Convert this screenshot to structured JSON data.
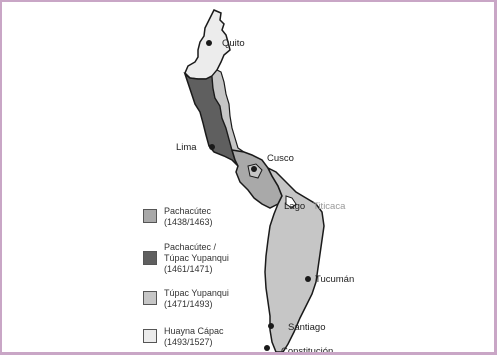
{
  "map": {
    "cities": [
      {
        "name": "Quito"
      },
      {
        "name": "Lima"
      },
      {
        "name": "Cusco"
      },
      {
        "name": "Tucumán"
      },
      {
        "name": "Santiago"
      },
      {
        "name": "Constitución"
      }
    ],
    "lake": {
      "name_part1": "Lago",
      "name_part2": "Titicaca"
    },
    "colors": {
      "pachacutec": "#a9a9a9",
      "pachacutec_tupac": "#5f5f5f",
      "tupac": "#c6c6c6",
      "huayna": "#ececec",
      "outline": "#1a1a1a",
      "frame": "#c9a6c6"
    }
  },
  "legend": {
    "items": [
      {
        "label_line1": "Pachacútec",
        "label_line2": "(1438/1463)",
        "color": "#a9a9a9"
      },
      {
        "label_line1": "Pachacútec /",
        "label_line2": "Túpac Yupanqui",
        "label_line3": "(1461/1471)",
        "color": "#5f5f5f"
      },
      {
        "label_line1": "Túpac Yupanqui",
        "label_line2": "(1471/1493)",
        "color": "#c6c6c6"
      },
      {
        "label_line1": "Huayna Cápac",
        "label_line2": "(1493/1527)",
        "color": "#ececec"
      }
    ]
  }
}
